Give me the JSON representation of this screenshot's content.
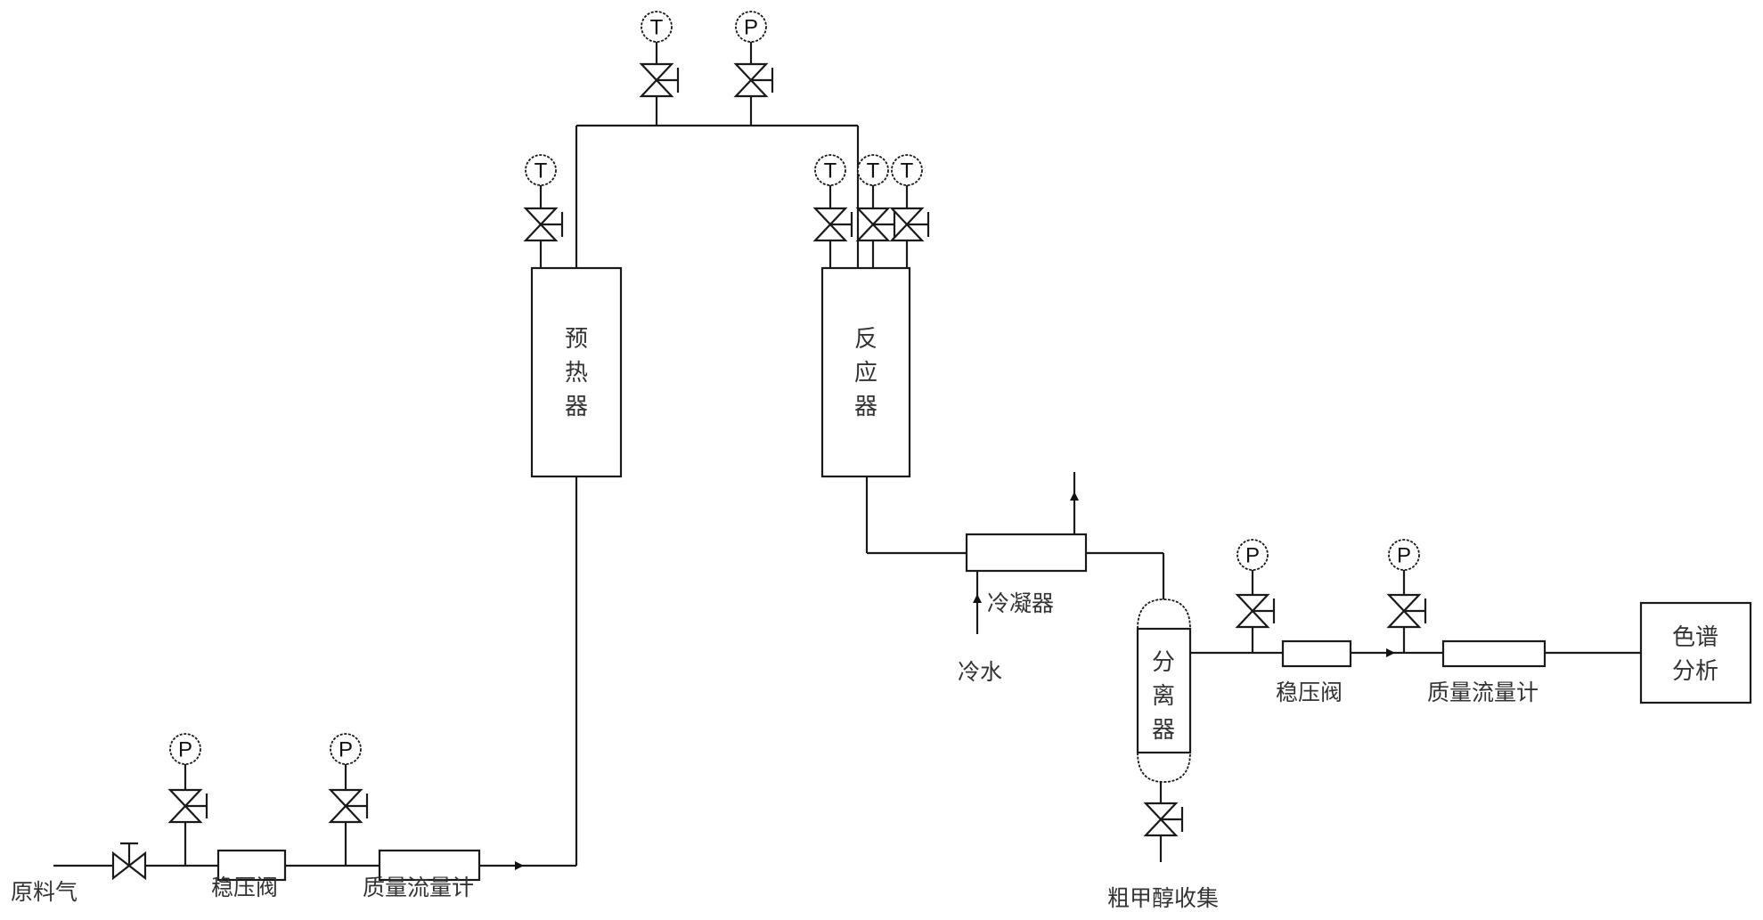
{
  "diagram": {
    "type": "process flow diagram",
    "equipment": {
      "preheater": "预热器",
      "reactor": "反应器",
      "condenser": "冷凝器",
      "separator": "分离器",
      "gc_analysis_line1": "色谱",
      "gc_analysis_line2": "分析"
    },
    "labels": {
      "feed_gas": "原料气",
      "regulator_inlet": "稳压阀",
      "mfc_inlet": "质量流量计",
      "cold_water": "冷水",
      "crude_methanol": "粗甲醇收集",
      "regulator_outlet": "稳压阀",
      "mfc_outlet": "质量流量计"
    },
    "instruments": {
      "temperature": "T",
      "pressure": "P"
    },
    "gauges": [
      {
        "id": "feed-p1",
        "kind": "P"
      },
      {
        "id": "feed-p2",
        "kind": "P"
      },
      {
        "id": "preheater-t",
        "kind": "T"
      },
      {
        "id": "header-t",
        "kind": "T"
      },
      {
        "id": "header-p",
        "kind": "P"
      },
      {
        "id": "reactor-t1",
        "kind": "T"
      },
      {
        "id": "reactor-t2",
        "kind": "T"
      },
      {
        "id": "reactor-t3",
        "kind": "T"
      },
      {
        "id": "outlet-p1",
        "kind": "P"
      },
      {
        "id": "outlet-p2",
        "kind": "P"
      }
    ]
  }
}
